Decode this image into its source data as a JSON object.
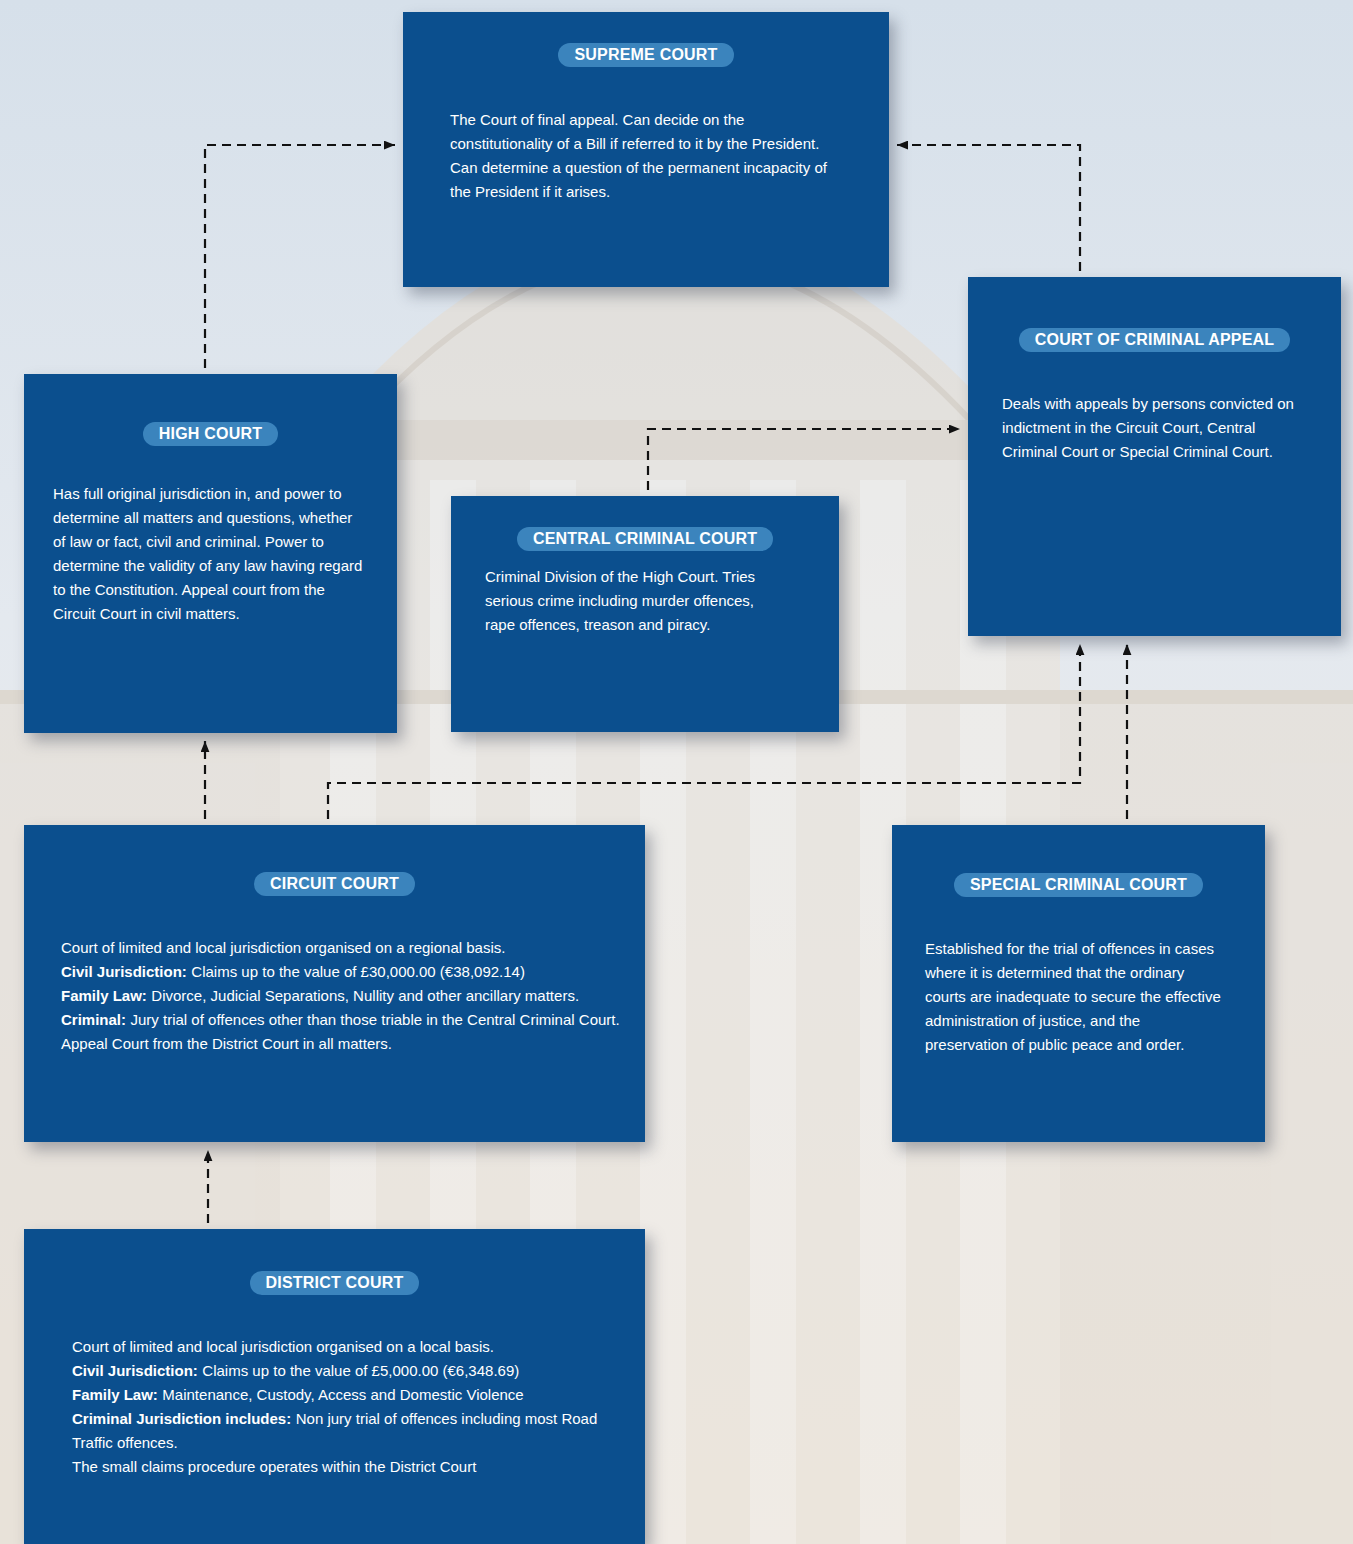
{
  "diagram": {
    "nodes": [
      {
        "text": [
          "SUPREME COURT",
          "The Court of final appeal. Can decide on the constitutionality of a Bill if referred to it by the President. Can determine a question of the permanent incapacity of the President if it arises."
        ]
      },
      {
        "text": [
          "HIGH COURT",
          "Has full original jurisdiction in, and power to determine all matters and questions, whether of law or fact, civil and criminal. Power to determine the validity of any law having regard to the Constitution. Appeal court from the Circuit Court in civil matters."
        ]
      },
      {
        "text": [
          "CENTRAL CRIMINAL COURT",
          "Criminal Division of the High Court. Tries serious crime including murder offences, rape offences, treason and piracy."
        ]
      },
      {
        "text": [
          "COURT OF CRIMINAL APPEAL",
          "Deals with appeals by persons convicted on indictment in the Circuit Court, Central Criminal Court or Special Criminal Court."
        ]
      },
      {
        "text": [
          "CIRCUIT COURT",
          "Court of limited and local jurisdiction organised on a regional basis.",
          "Civil Jurisdiction:",
          "Claims up to the value of £30,000.00 (€38,092.14)",
          "Family Law:",
          "Divorce, Judicial Separations, Nullity and other ancillary matters.",
          "Criminal:",
          "Jury trial of offences other than those triable in the Central Criminal Court.",
          "Appeal Court from the District Court in all matters."
        ]
      },
      {
        "text": [
          "SPECIAL CRIMINAL COURT",
          "Established for the trial of offences in cases where it is determined that the ordinary courts are inadequate to secure the effective administration of justice, and the preservation of public peace and order."
        ]
      },
      {
        "text": [
          "DISTRICT COURT",
          "Court of limited and local jurisdiction organised on a local basis.",
          "Civil Jurisdiction:",
          "Claims up to the value of £5,000.00 (€6,348.69)",
          "Family Law:",
          "Maintenance, Custody, Access and Domestic Violence",
          "Criminal Jurisdiction includes:",
          "Non jury trial of offences including most Road Traffic offences.",
          "The small claims procedure operates within the District Court"
        ]
      }
    ],
    "edges": [
      {
        "from": 1,
        "to": 0,
        "arrow": "to"
      },
      {
        "from": 3,
        "to": 0,
        "arrow": "to"
      },
      {
        "from": 2,
        "to": 3,
        "arrow": "to"
      },
      {
        "from": 4,
        "to": 1,
        "arrow": "to"
      },
      {
        "from": 4,
        "to": 3,
        "arrow": "to"
      },
      {
        "from": 5,
        "to": 3,
        "arrow": "to"
      },
      {
        "from": 6,
        "to": 4,
        "arrow": "to"
      }
    ]
  }
}
